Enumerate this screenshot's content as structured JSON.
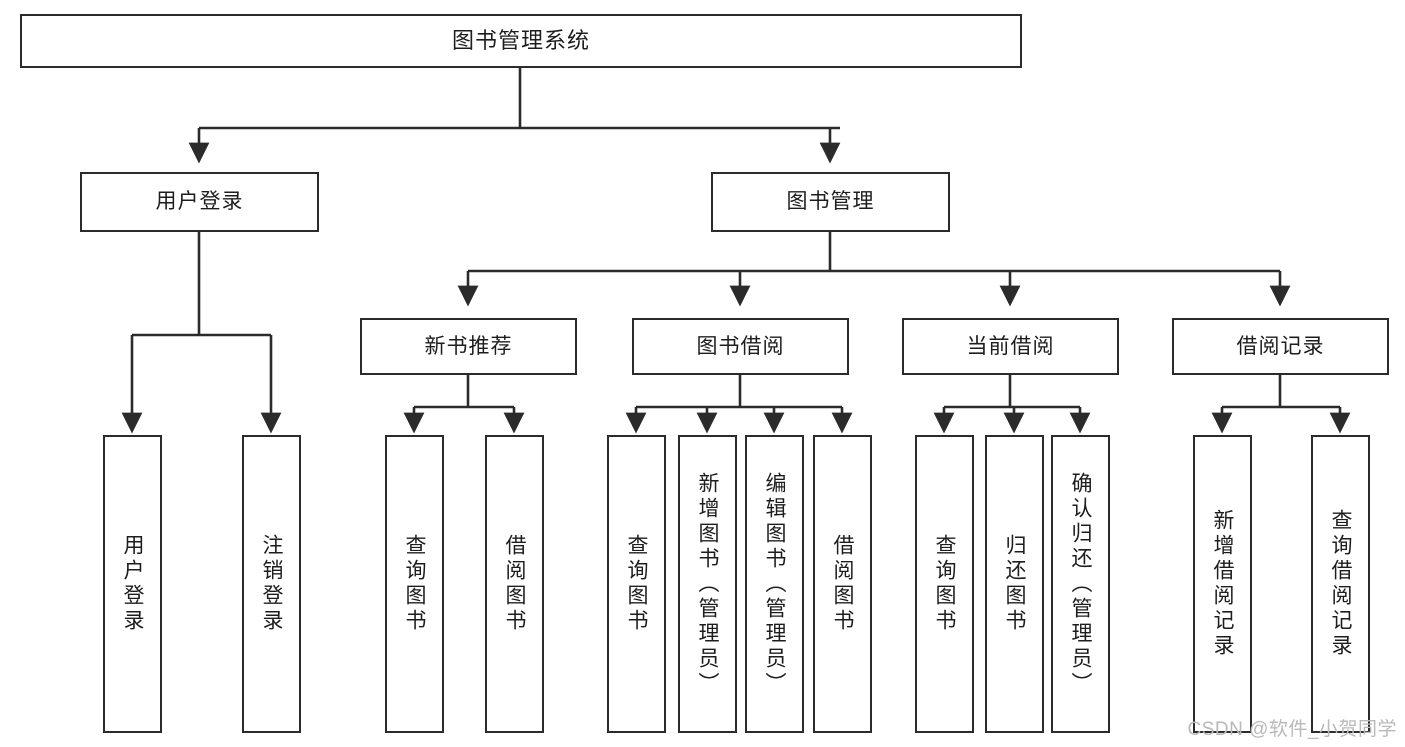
{
  "diagram": {
    "title": "图书管理系统",
    "type": "tree",
    "colors": {
      "stroke": "#2b2b2b",
      "fill": "#ffffff",
      "text": "#1d1d1d",
      "watermark": "#b9b9b9"
    },
    "root": {
      "label": "图书管理系统"
    },
    "level2": [
      {
        "id": "user-login",
        "label": "用户登录"
      },
      {
        "id": "book-manage",
        "label": "图书管理"
      }
    ],
    "level3": [
      {
        "id": "new-book-rec",
        "label": "新书推荐",
        "parent": "book-manage"
      },
      {
        "id": "book-borrow",
        "label": "图书借阅",
        "parent": "book-manage"
      },
      {
        "id": "current-borrow",
        "label": "当前借阅",
        "parent": "book-manage"
      },
      {
        "id": "borrow-record",
        "label": "借阅记录",
        "parent": "book-manage"
      }
    ],
    "leaves": [
      {
        "id": "leaf-user-login",
        "label": "用户登录",
        "parent": "user-login"
      },
      {
        "id": "leaf-logout",
        "label": "注销登录",
        "parent": "user-login"
      },
      {
        "id": "leaf-query-book-1",
        "label": "查询图书",
        "parent": "new-book-rec"
      },
      {
        "id": "leaf-borrow-book-1",
        "label": "借阅图书",
        "parent": "new-book-rec"
      },
      {
        "id": "leaf-query-book-2",
        "label": "查询图书",
        "parent": "book-borrow"
      },
      {
        "id": "leaf-add-book",
        "label": "新增图书（管理员）",
        "parent": "book-borrow"
      },
      {
        "id": "leaf-edit-book",
        "label": "编辑图书（管理员）",
        "parent": "book-borrow"
      },
      {
        "id": "leaf-borrow-book-2",
        "label": "借阅图书",
        "parent": "book-borrow"
      },
      {
        "id": "leaf-query-book-3",
        "label": "查询图书",
        "parent": "current-borrow"
      },
      {
        "id": "leaf-return-book",
        "label": "归还图书",
        "parent": "current-borrow"
      },
      {
        "id": "leaf-confirm-return",
        "label": "确认归还（管理员）",
        "parent": "current-borrow"
      },
      {
        "id": "leaf-add-record",
        "label": "新增借阅记录",
        "parent": "borrow-record"
      },
      {
        "id": "leaf-query-record",
        "label": "查询借阅记录",
        "parent": "borrow-record"
      }
    ]
  },
  "watermark": {
    "text": "CSDN @软件_小贺同学"
  }
}
